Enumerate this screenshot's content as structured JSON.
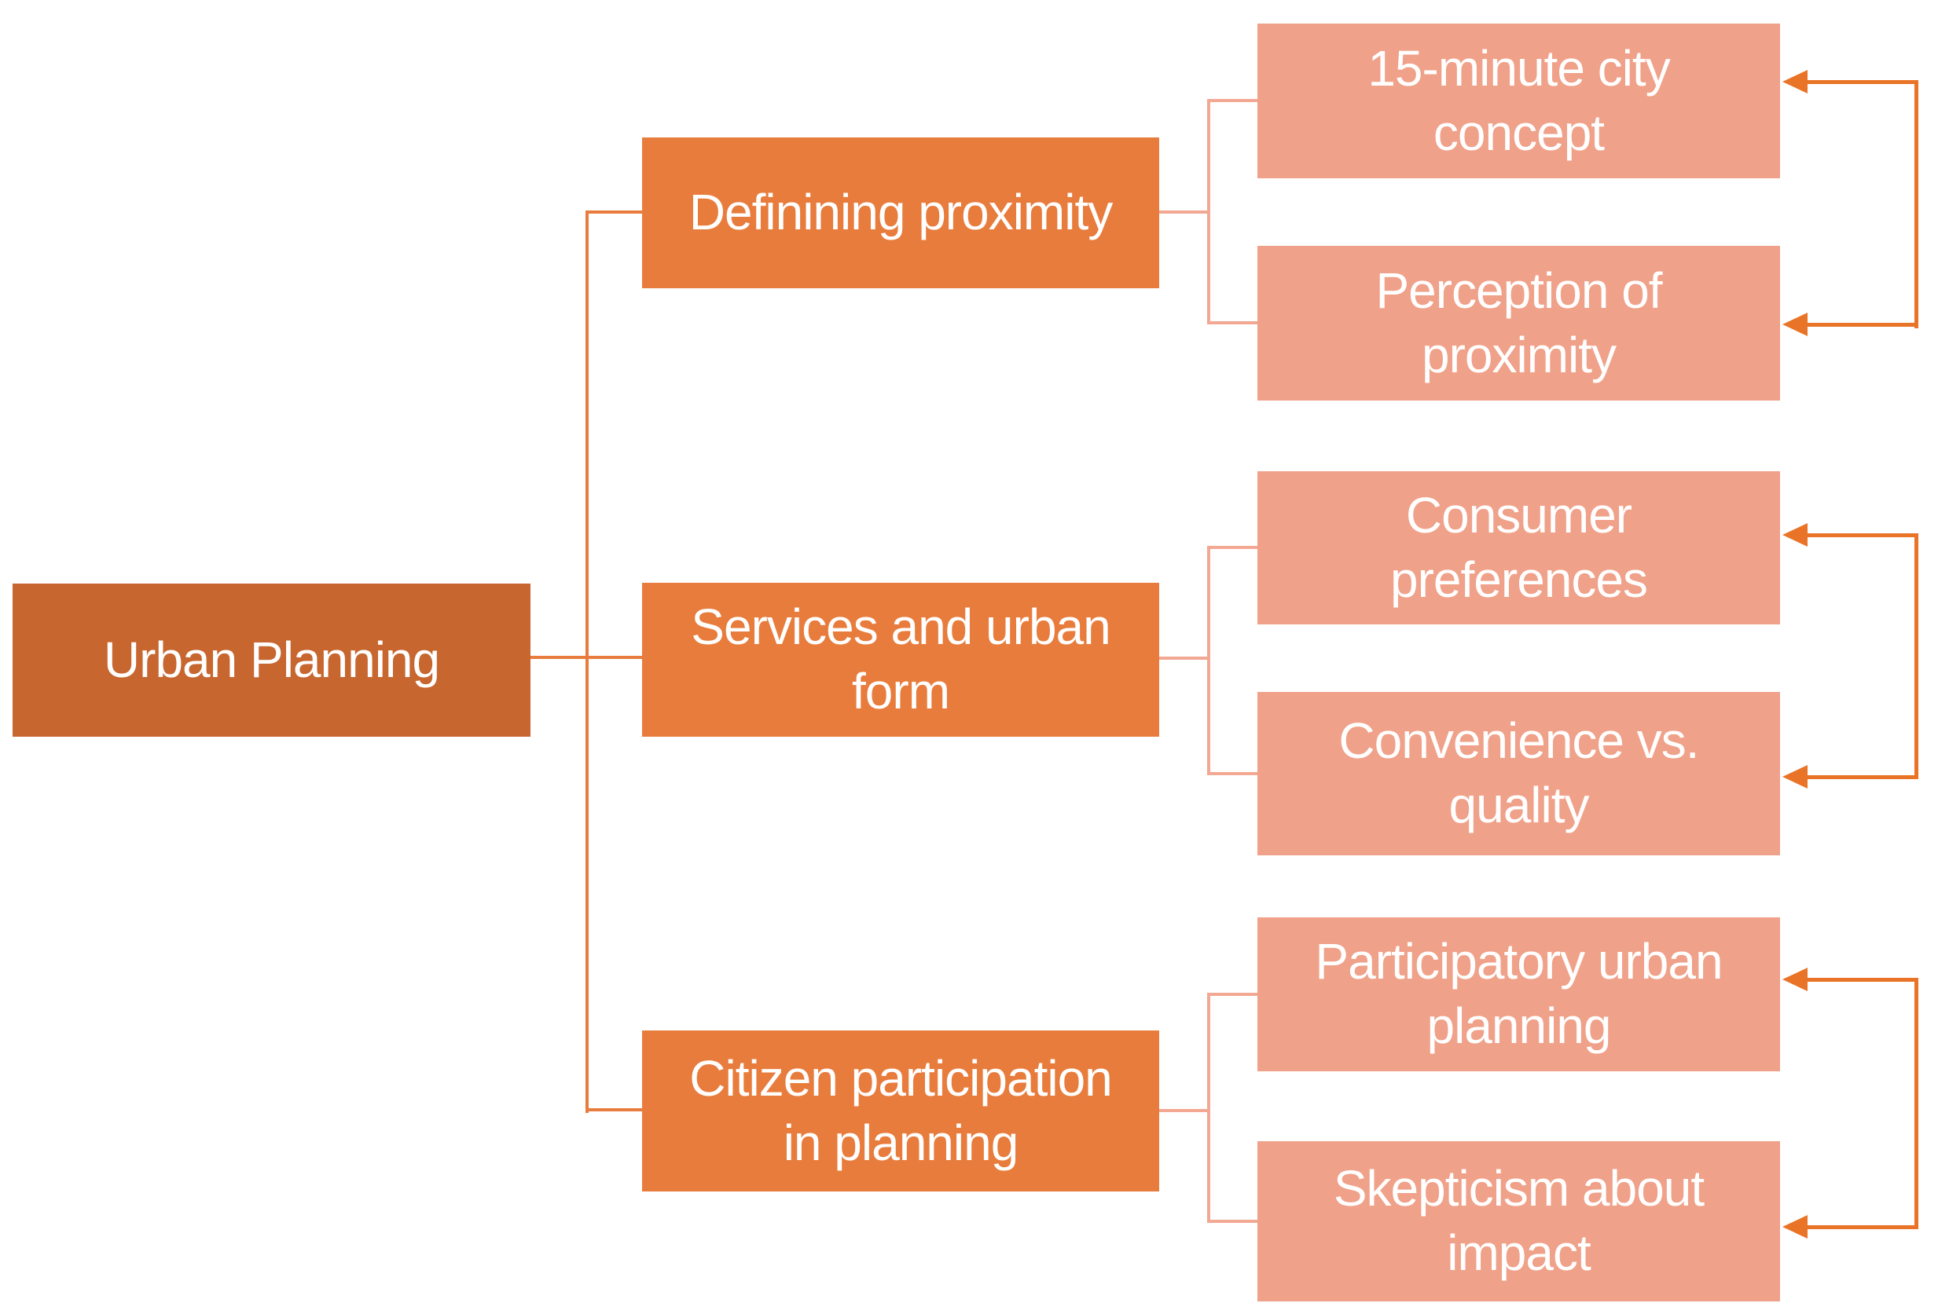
{
  "diagram": {
    "root": {
      "label": "Urban Planning"
    },
    "branches": [
      {
        "label": "Definining proximity",
        "children": [
          {
            "label": "15-minute city\nconcept"
          },
          {
            "label": "Perception of\nproximity"
          }
        ]
      },
      {
        "label": "Services and urban\nform",
        "children": [
          {
            "label": "Consumer\npreferences"
          },
          {
            "label": "Convenience vs.\nquality"
          }
        ]
      },
      {
        "label": "Citizen participation\nin planning",
        "children": [
          {
            "label": "Participatory urban\nplanning"
          },
          {
            "label": "Skepticism about\nimpact"
          }
        ]
      }
    ],
    "colors": {
      "root_fill": "#C7662F",
      "branch_fill": "#E87C3C",
      "leaf_fill": "#F0A189",
      "connector": "#E87C3C",
      "bracket": "#F2A892",
      "arrow": "#E97428",
      "text": "#FFFFFF",
      "background": "#FFFFFF"
    }
  }
}
